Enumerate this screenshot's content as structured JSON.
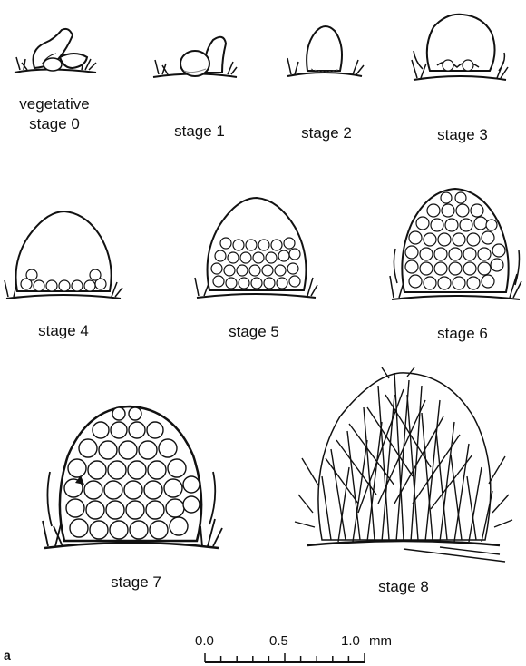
{
  "panel_label": "a",
  "stages": [
    {
      "id": "s0",
      "label_line1": "vegetative",
      "label_line2": "stage 0"
    },
    {
      "id": "s1",
      "label_line2": "stage 1"
    },
    {
      "id": "s2",
      "label_line2": "stage 2"
    },
    {
      "id": "s3",
      "label_line2": "stage 3"
    },
    {
      "id": "s4",
      "label_line2": "stage 4"
    },
    {
      "id": "s5",
      "label_line2": "stage 5"
    },
    {
      "id": "s6",
      "label_line2": "stage 6"
    },
    {
      "id": "s7",
      "label_line2": "stage 7"
    },
    {
      "id": "s8",
      "label_line2": "stage 8"
    }
  ],
  "scale_bar": {
    "ticks": [
      "0.0",
      "0.5",
      "1.0"
    ],
    "unit": "mm"
  }
}
